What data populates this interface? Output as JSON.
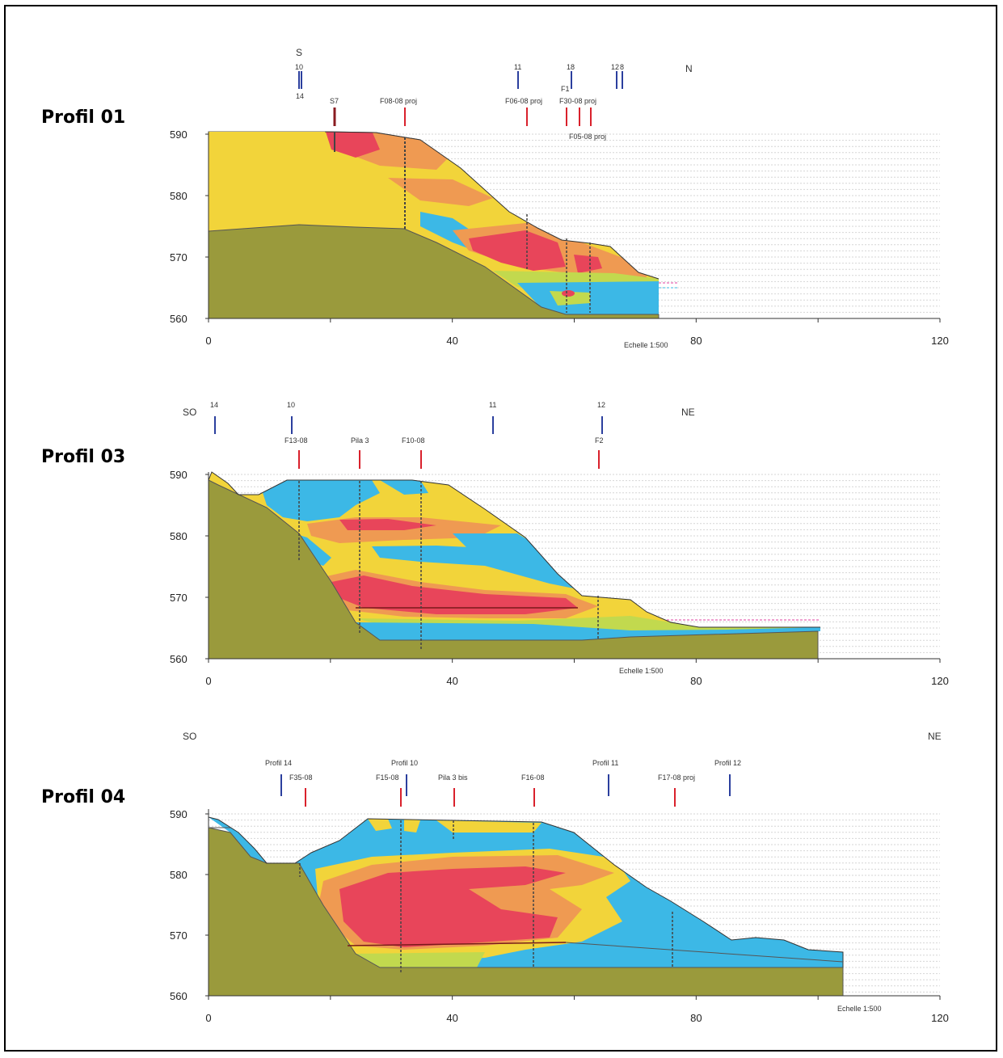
{
  "colors": {
    "bedrock": "#9a9a3c",
    "greenfill": "#c2d94e",
    "yellow": "#f2d43a",
    "orange": "#ef9a52",
    "red": "#e8455a",
    "blue": "#3cb8e6",
    "borehole_red": "#d9212c",
    "borehole_blue": "#2b3f9e"
  },
  "axes": {
    "y_ticks": [
      "590",
      "580",
      "570",
      "560"
    ],
    "x_ticks": [
      "0",
      "40",
      "80",
      "120"
    ]
  },
  "profiles": [
    {
      "title": "Profil 01",
      "dir_left": "S",
      "dir_right": "N",
      "scale": "Echelle 1:500",
      "labels": [
        "10",
        "14",
        "11",
        "18",
        "F1",
        "12",
        "8",
        "S7",
        "F08-08 proj",
        "F06-08 proj",
        "F30-08 proj",
        "F05-08 proj"
      ]
    },
    {
      "title": "Profil 03",
      "dir_left": "SO",
      "dir_right": "NE",
      "scale": "Echelle 1:500",
      "labels": [
        "14",
        "10",
        "11",
        "12",
        "F13-08",
        "Pila 3",
        "F10-08",
        "F2"
      ]
    },
    {
      "title": "Profil 04",
      "dir_left": "SO",
      "dir_right": "NE",
      "scale": "Echelle 1:500",
      "labels": [
        "Profil 14",
        "F35-08",
        "Profil 10",
        "F15-08",
        "Pila 3 bis",
        "F16-08",
        "Profil 11",
        "F17-08 proj",
        "Profil 12"
      ]
    }
  ]
}
